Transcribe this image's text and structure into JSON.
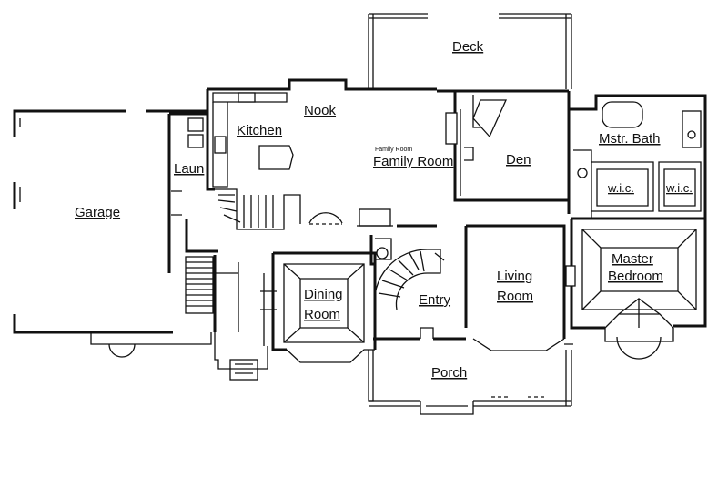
{
  "rooms": {
    "deck": "Deck",
    "nook": "Nook",
    "kitchen": "Kitchen",
    "laun": "Laun",
    "garage": "Garage",
    "family_room_small": "Family Room",
    "family_room": "Family Room",
    "den": "Den",
    "mstr_bath": "Mstr. Bath",
    "wic_left": "w.i.c.",
    "wic_right": "w.i.c.",
    "master_line1": "Master",
    "master_line2": "Bedroom",
    "dining_line1": "Dining",
    "dining_line2": "Room",
    "entry": "Entry",
    "living_line1": "Living",
    "living_line2": "Room",
    "porch": "Porch"
  }
}
